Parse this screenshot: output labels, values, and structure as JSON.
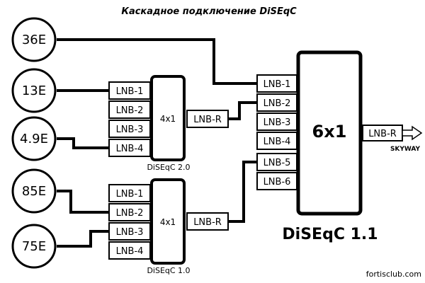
{
  "title": "Каскадное подключение DiSEqC",
  "satellites": [
    "36E",
    "13E",
    "4.9E",
    "85E",
    "75E"
  ],
  "switch_top": {
    "inputs": [
      "LNB-1",
      "LNB-2",
      "LNB-3",
      "LNB-4"
    ],
    "label": "4x1",
    "output": "LNB-R",
    "caption": "DiSEqC 2.0"
  },
  "switch_bottom": {
    "inputs": [
      "LNB-1",
      "LNB-2",
      "LNB-3",
      "LNB-4"
    ],
    "label": "4x1",
    "output": "LNB-R",
    "caption": "DiSEqC 1.0"
  },
  "switch_main": {
    "inputs": [
      "LNB-1",
      "LNB-2",
      "LNB-3",
      "LNB-4",
      "LNB-5",
      "LNB-6"
    ],
    "label": "6x1",
    "output": "LNB-R",
    "caption": "DiSEqC 1.1",
    "receiver": "SKYWAY"
  },
  "footer": "fortisclub.com"
}
